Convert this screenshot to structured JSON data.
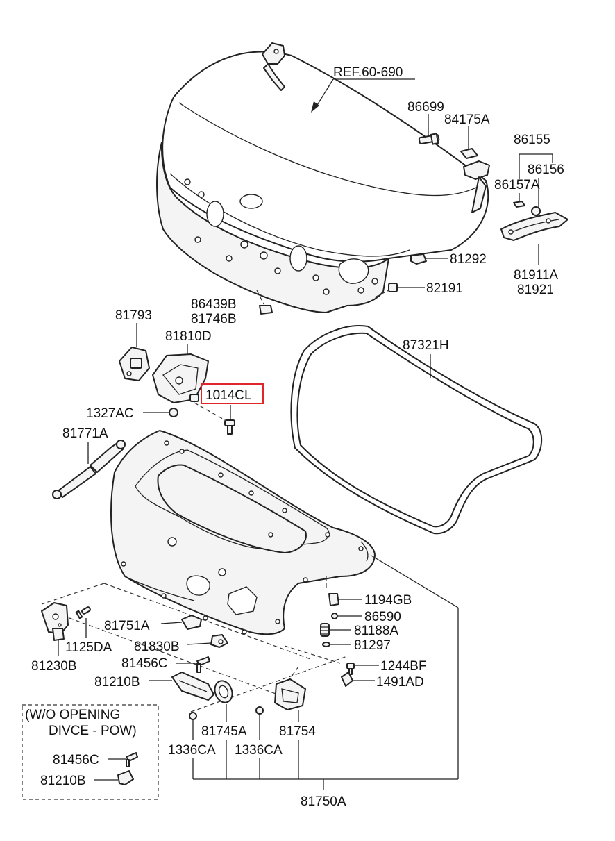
{
  "ref_label": "REF.60-690",
  "highlight_color": "#e0262b",
  "highlighted_part": "1014CL",
  "parts": {
    "p86699": "86699",
    "p84175A": "84175A",
    "p86155": "86155",
    "p86156": "86156",
    "p86157A": "86157A",
    "p81292": "81292",
    "p81911A": "81911A",
    "p81921": "81921",
    "p82191": "82191",
    "p86439B": "86439B",
    "p81746B": "81746B",
    "p81793": "81793",
    "p81810D": "81810D",
    "p1014CL": "1014CL",
    "p1327AC": "1327AC",
    "p87321H": "87321H",
    "p81771A": "81771A",
    "p1194GB": "1194GB",
    "p86590": "86590",
    "p81188A": "81188A",
    "p81297": "81297",
    "p1244BF": "1244BF",
    "p1491AD": "1491AD",
    "p81751A": "81751A",
    "p1125DA": "1125DA",
    "p81230B": "81230B",
    "p81830B": "81830B",
    "p81456C": "81456C",
    "p81210B": "81210B",
    "p81745A": "81745A",
    "p81754": "81754",
    "p1336CA_a": "1336CA",
    "p1336CA_b": "1336CA",
    "p81750A": "81750A"
  },
  "option_box": {
    "line1": "(W/O OPENING",
    "line2": "DIVCE - POW)",
    "p81456C": "81456C",
    "p81210B": "81210B"
  }
}
